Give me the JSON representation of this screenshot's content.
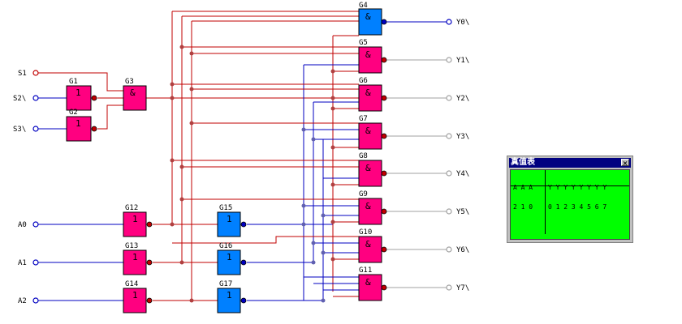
{
  "inputs": {
    "s1": "S1",
    "s2": "S2\\",
    "s3": "S3\\",
    "a0": "A0",
    "a1": "A1",
    "a2": "A2"
  },
  "outputs": [
    "Y0\\",
    "Y1\\",
    "Y2\\",
    "Y3\\",
    "Y4\\",
    "Y5\\",
    "Y6\\",
    "Y7\\"
  ],
  "gates": {
    "g1": {
      "name": "G1",
      "symbol": "1"
    },
    "g2": {
      "name": "G2",
      "symbol": "1"
    },
    "g3": {
      "name": "G3",
      "symbol": "&"
    },
    "g4": {
      "name": "G4",
      "symbol": "&"
    },
    "g5": {
      "name": "G5",
      "symbol": "&"
    },
    "g6": {
      "name": "G6",
      "symbol": "&"
    },
    "g7": {
      "name": "G7",
      "symbol": "&"
    },
    "g8": {
      "name": "G8",
      "symbol": "&"
    },
    "g9": {
      "name": "G9",
      "symbol": "&"
    },
    "g10": {
      "name": "G10",
      "symbol": "&"
    },
    "g11": {
      "name": "G11",
      "symbol": "&"
    },
    "g12": {
      "name": "G12",
      "symbol": "1"
    },
    "g13": {
      "name": "G13",
      "symbol": "1"
    },
    "g14": {
      "name": "G14",
      "symbol": "1"
    },
    "g15": {
      "name": "G15",
      "symbol": "1"
    },
    "g16": {
      "name": "G16",
      "symbol": "1"
    },
    "g17": {
      "name": "G17",
      "symbol": "1"
    }
  },
  "truth_table": {
    "title": "真值表",
    "close": "×",
    "left_header_top": "A A A",
    "left_header_bottom": "2 1 0",
    "right_header_top": "Y Y Y Y Y Y Y Y",
    "right_header_bottom": "0 1 2 3 4 5 6 7"
  },
  "colors": {
    "gate_active": "#ff0080",
    "gate_inactive": "#0080ff",
    "wire_high": "#c00000",
    "wire_low": "#0000c0",
    "output_idle": "#a0a0a0",
    "table_bg": "#00ff00",
    "title_bar": "#000080"
  }
}
